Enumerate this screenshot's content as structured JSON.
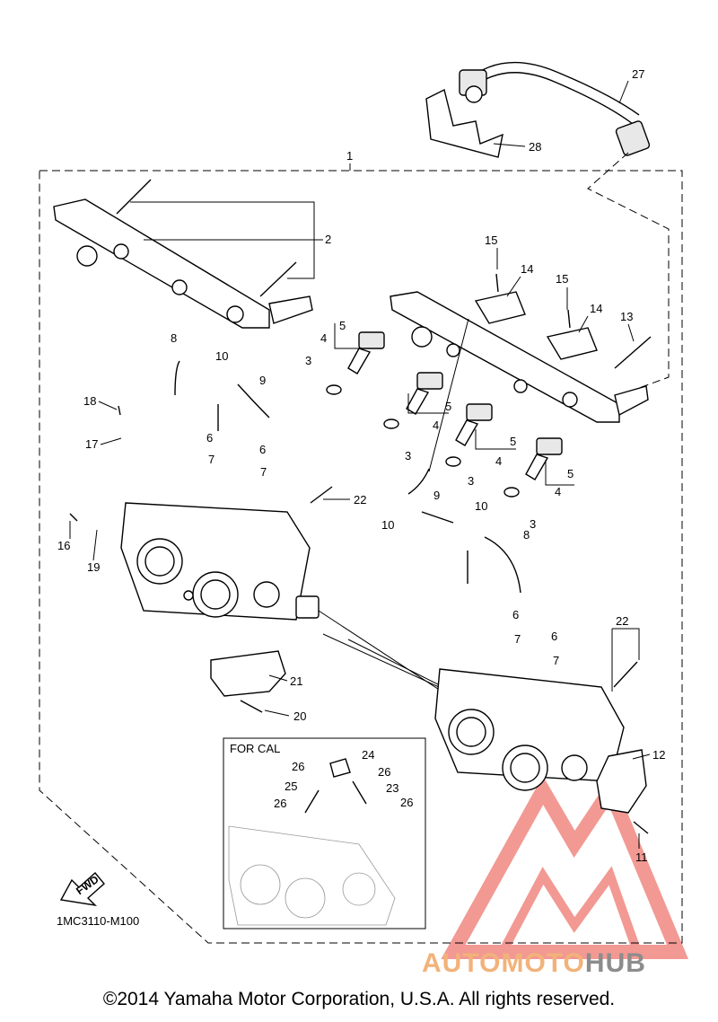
{
  "diagram": {
    "assembly_label": "1",
    "callouts": [
      "2",
      "3",
      "4",
      "5",
      "6",
      "7",
      "8",
      "9",
      "10",
      "11",
      "12",
      "13",
      "14",
      "15",
      "16",
      "17",
      "18",
      "19",
      "20",
      "21",
      "22",
      "23",
      "24",
      "25",
      "26",
      "27",
      "28"
    ],
    "inset_title": "FOR CAL",
    "fwd_label": "FWD",
    "part_code": "1MC3110-M100"
  },
  "watermark": {
    "text_part1": "AUTOMOTO",
    "text_part2": "HUB",
    "color_primary": "#e8463c",
    "color_secondary": "#8c8c8c"
  },
  "footer": {
    "copyright": "©2014 Yamaha Motor Corporation, U.S.A. All rights reserved."
  }
}
